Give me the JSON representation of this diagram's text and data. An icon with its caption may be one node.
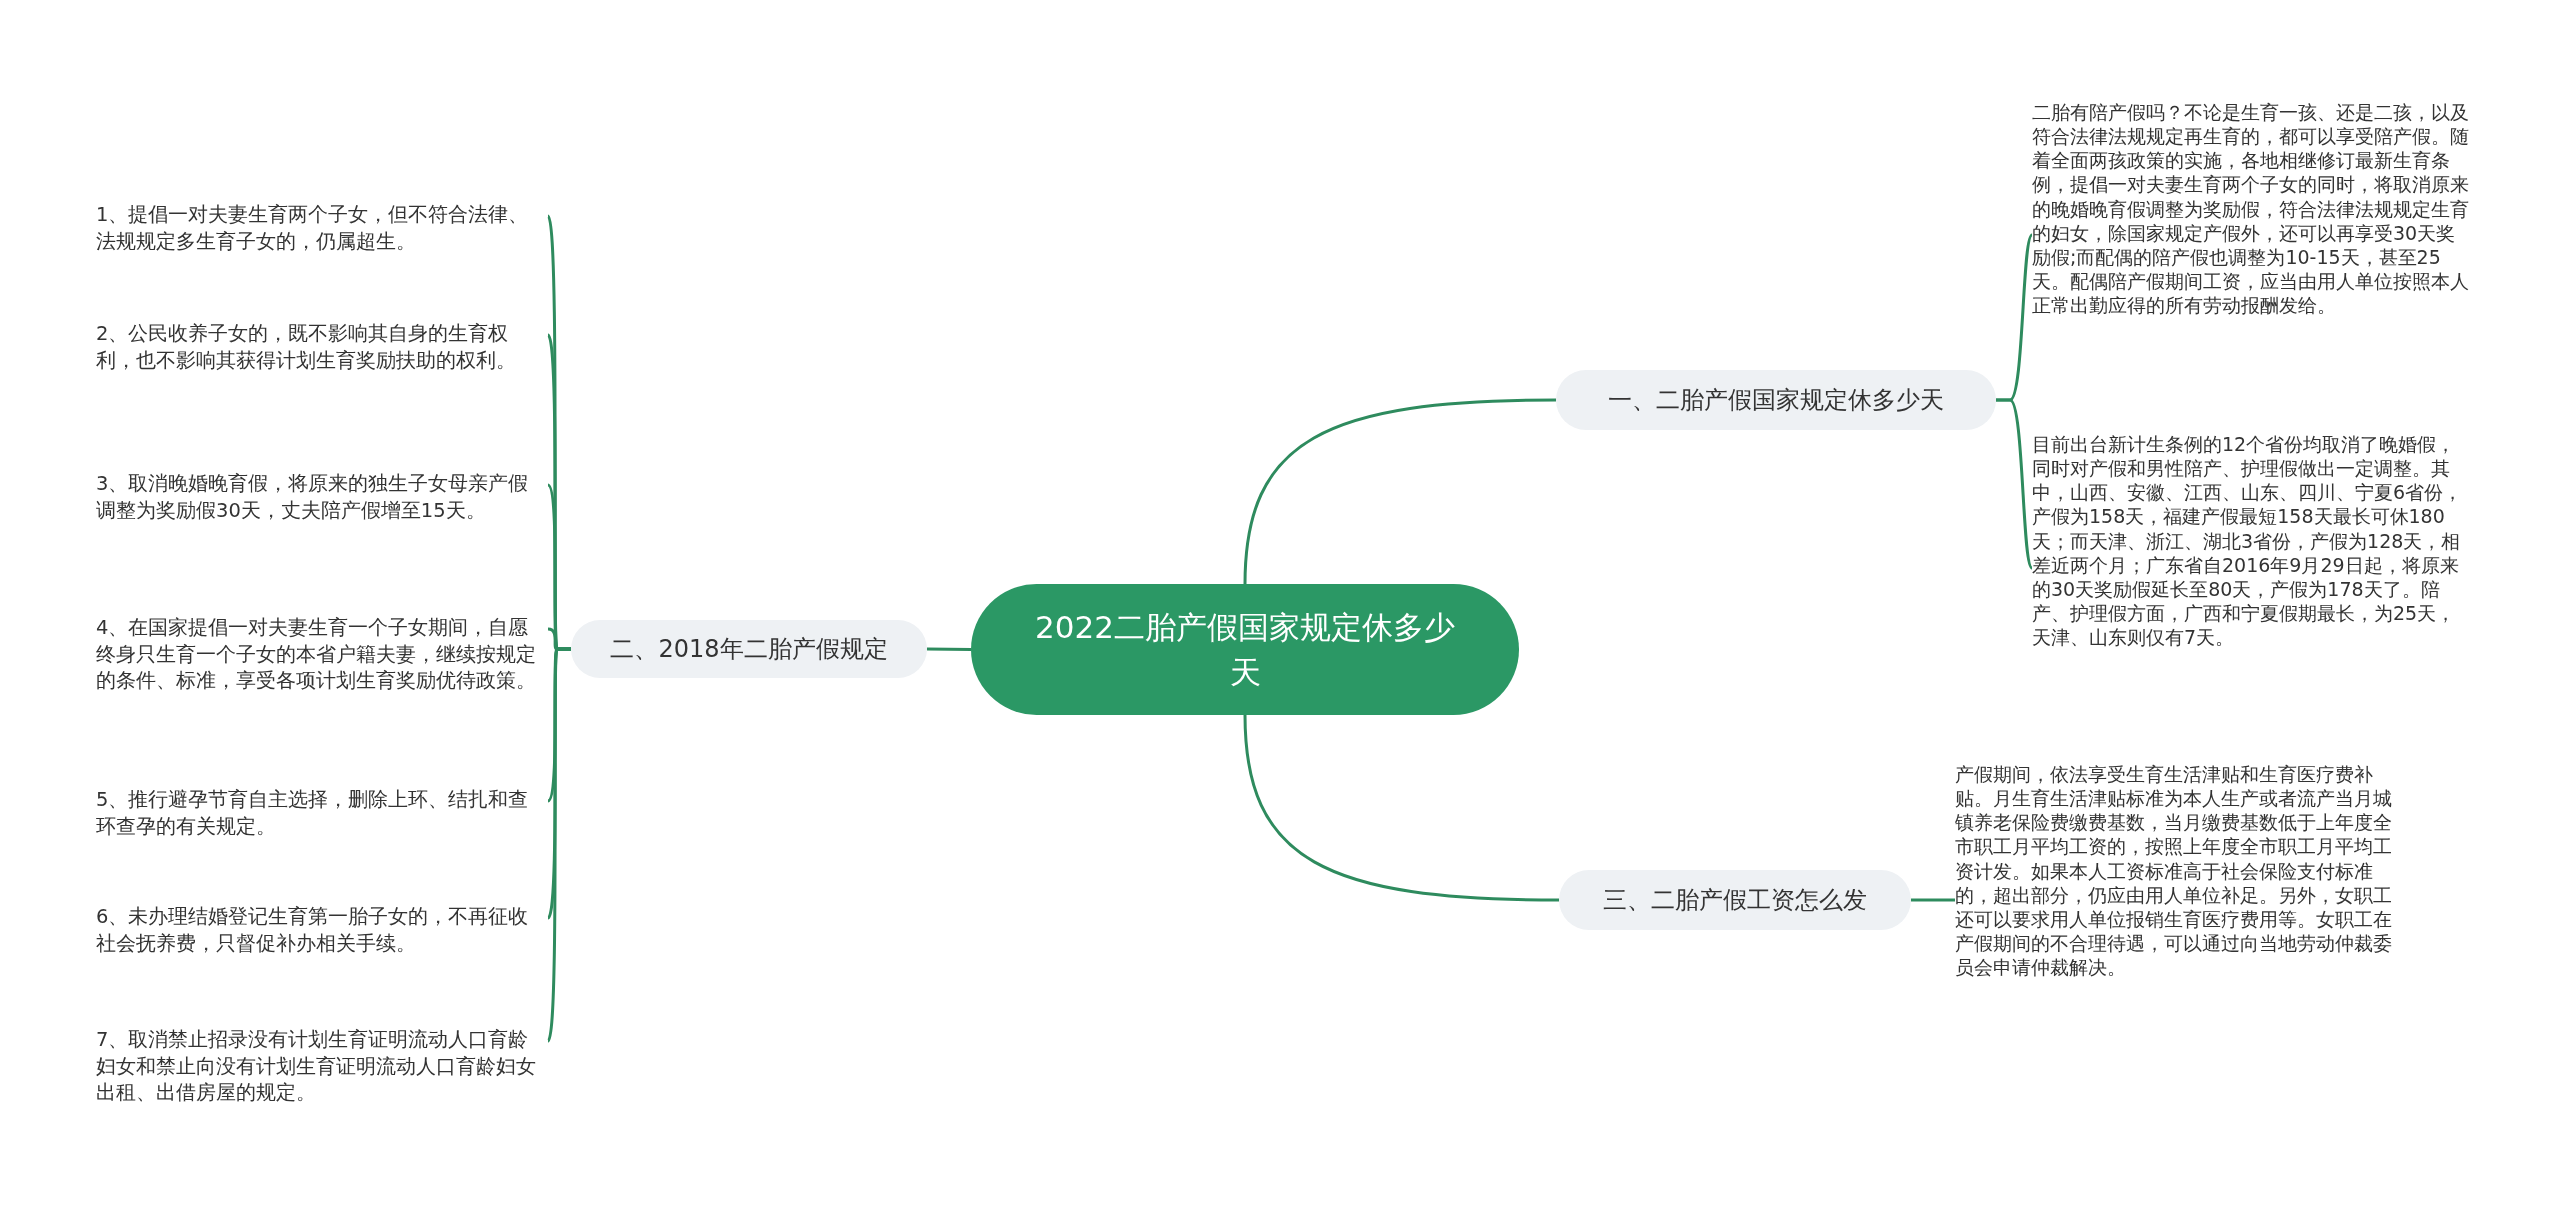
{
  "diagram": {
    "nodes": [
      {
        "text": [
          "2022二胎产假国家规定休多少天"
        ]
      },
      {
        "text": [
          "一、二胎产假国家规定休多少天"
        ]
      },
      {
        "text": [
          "二胎有陪产假吗？不论是生育一孩、还是二孩，以及符合法律法规规定再生育的，都可以享受陪产假。随着全面两孩政策的实施，各地相继修订最新生育条例，提倡一对夫妻生育两个子女的同时，将取消原来的晚婚晚育假调整为奖励假，符合法律法规规定生育的妇女，除国家规定产假外，还可以再享受30天奖励假;而配偶的陪产假也调整为10-15天，甚至25天。配偶陪产假期间工资，应当由用人单位按照本人正常出勤应得的所有劳动报酬发给。"
        ]
      },
      {
        "text": [
          "目前出台新计生条例的12个省份均取消了晚婚假，同时对产假和男性陪产、护理假做出一定调整。其中，山西、安徽、江西、山东、四川、宁夏6省份，产假为158天，福建产假最短158天最长可休180天；而天津、浙江、湖北3省份，产假为128天，相差近两个月；广东省自2016年9月29日起，将原来的30天奖励假延长至80天，产假为178天了。陪产、护理假方面，广西和宁夏假期最长，为25天，天津、山东则仅有7天。"
        ]
      },
      {
        "text": [
          "二、2018年二胎产假规定"
        ]
      },
      {
        "text": [
          "1、提倡一对夫妻生育两个子女，但不符合法律、法规规定多生育子女的，仍属超生。"
        ]
      },
      {
        "text": [
          "2、公民收养子女的，既不影响其自身的生育权利，也不影响其获得计划生育奖励扶助的权利。"
        ]
      },
      {
        "text": [
          "3、取消晚婚晚育假，将原来的独生子女母亲产假调整为奖励假30天，丈夫陪产假增至15天。"
        ]
      },
      {
        "text": [
          "4、在国家提倡一对夫妻生育一个子女期间，自愿终身只生育一个子女的本省户籍夫妻，继续按规定的条件、标准，享受各项计划生育奖励优待政策。"
        ]
      },
      {
        "text": [
          "5、推行避孕节育自主选择，删除上环、结扎和查环查孕的有关规定。"
        ]
      },
      {
        "text": [
          "6、未办理结婚登记生育第一胎子女的，不再征收社会抚养费，只督促补办相关手续。"
        ]
      },
      {
        "text": [
          "7、取消禁止招录没有计划生育证明流动人口育龄妇女和禁止向没有计划生育证明流动人口育龄妇女出租、出借房屋的规定。"
        ]
      },
      {
        "text": [
          "三、二胎产假工资怎么发"
        ]
      },
      {
        "text": [
          "产假期间，依法享受生育生活津贴和生育医疗费补贴。月生育生活津贴标准为本人生产或者流产当月城镇养老保险费缴费基数，当月缴费基数低于上年度全市职工月平均工资的，按照上年度全市职工月平均工资计发。如果本人工资标准高于社会保险支付标准的，超出部分，仍应由用人单位补足。另外，女职工还可以要求用人单位报销生育医疗费用等。女职工在产假期间的不合理待遇，可以通过向当地劳动仲裁委员会申请仲裁解决。"
        ]
      }
    ],
    "edges": [
      {
        "from": 0,
        "to": 1,
        "arrow": "none"
      },
      {
        "from": 1,
        "to": 2,
        "arrow": "none"
      },
      {
        "from": 1,
        "to": 3,
        "arrow": "none"
      },
      {
        "from": 0,
        "to": 4,
        "arrow": "none"
      },
      {
        "from": 4,
        "to": 5,
        "arrow": "none"
      },
      {
        "from": 4,
        "to": 6,
        "arrow": "none"
      },
      {
        "from": 4,
        "to": 7,
        "arrow": "none"
      },
      {
        "from": 4,
        "to": 8,
        "arrow": "none"
      },
      {
        "from": 4,
        "to": 9,
        "arrow": "none"
      },
      {
        "from": 4,
        "to": 10,
        "arrow": "none"
      },
      {
        "from": 4,
        "to": 11,
        "arrow": "none"
      },
      {
        "from": 0,
        "to": 12,
        "arrow": "none"
      },
      {
        "from": 12,
        "to": 13,
        "arrow": "none"
      }
    ]
  }
}
